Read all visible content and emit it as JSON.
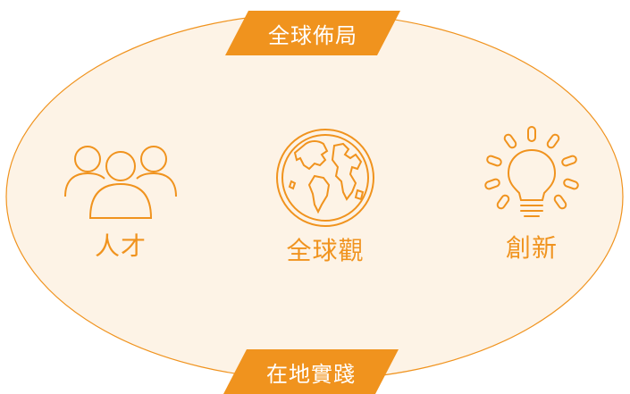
{
  "colors": {
    "accent": "#f0931e",
    "ellipse_fill": "#fdf3e6",
    "banner_text": "#ffffff"
  },
  "banners": {
    "top": "全球佈局",
    "bottom": "在地實踐"
  },
  "pillars": [
    {
      "label": "人才",
      "icon": "people-group-icon"
    },
    {
      "label": "全球觀",
      "icon": "globe-icon"
    },
    {
      "label": "創新",
      "icon": "lightbulb-icon"
    }
  ]
}
